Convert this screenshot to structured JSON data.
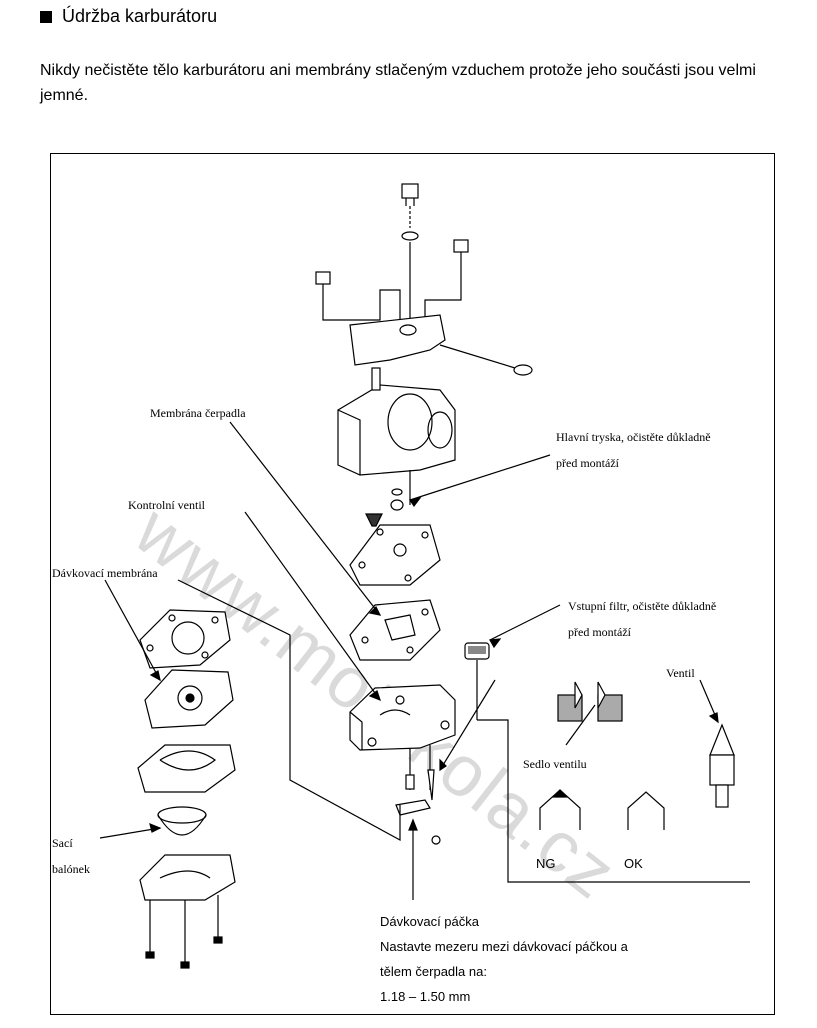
{
  "heading": "Údržba karburátoru",
  "intro": "Nikdy nečistěte tělo karburátoru ani membrány stlačeným vzduchem protože jeho součásti jsou velmi jemné.",
  "watermark": "www.motokola.cz",
  "labels": {
    "membrana_cerpadla": "Membrána čerpadla",
    "kontrolni_ventil": "Kontrolní ventil",
    "davkovaci_membrana": "Dávkovací membrána",
    "saci_balonek_1": "Sací",
    "saci_balonek_2": "balónek",
    "hlavni_tryska_1": "Hlavní tryska, očistěte důkladně",
    "hlavni_tryska_2": "před montáží",
    "vstupni_filtr_1": "Vstupní filtr, očistěte důkladně",
    "vstupni_filtr_2": "před montáží",
    "ventil": "Ventil",
    "sedlo_ventilu": "Sedlo ventilu",
    "ng": "NG",
    "ok": "OK"
  },
  "lever_note": {
    "line1": "Dávkovací páčka",
    "line2": "Nastavte mezeru mezi dávkovací páčkou a",
    "line3": "tělem čerpadla na:",
    "line4": "1.18 – 1.50 mm"
  }
}
